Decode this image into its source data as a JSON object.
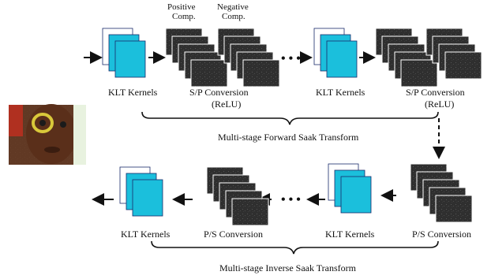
{
  "colors": {
    "kernel_fill": "#1bbfdc",
    "kernel_stroke": "#1a2a6a",
    "map_dark": "#3a3a3a",
    "text": "#111111"
  },
  "photo": {
    "description_icon": "child-face-photo"
  },
  "forward": {
    "positive_comp": "Positive\nComp.",
    "negative_comp": "Negative\nComp.",
    "klt_label_1": "KLT Kernels",
    "sp_label_1a": "S/P Conversion",
    "sp_label_1b": "(ReLU)",
    "klt_label_2": "KLT Kernels",
    "sp_label_2a": "S/P Conversion",
    "sp_label_2b": "(ReLU)",
    "caption": "Multi-stage Forward Saak Transform",
    "ellipsis": "• • •"
  },
  "inverse": {
    "klt_label_1": "KLT Kernels",
    "ps_label_1": "P/S Conversion",
    "klt_label_2": "KLT Kernels",
    "ps_label_2": "P/S Conversion",
    "caption": "Multi-stage Inverse Saak Transform",
    "ellipsis": "• • •"
  }
}
